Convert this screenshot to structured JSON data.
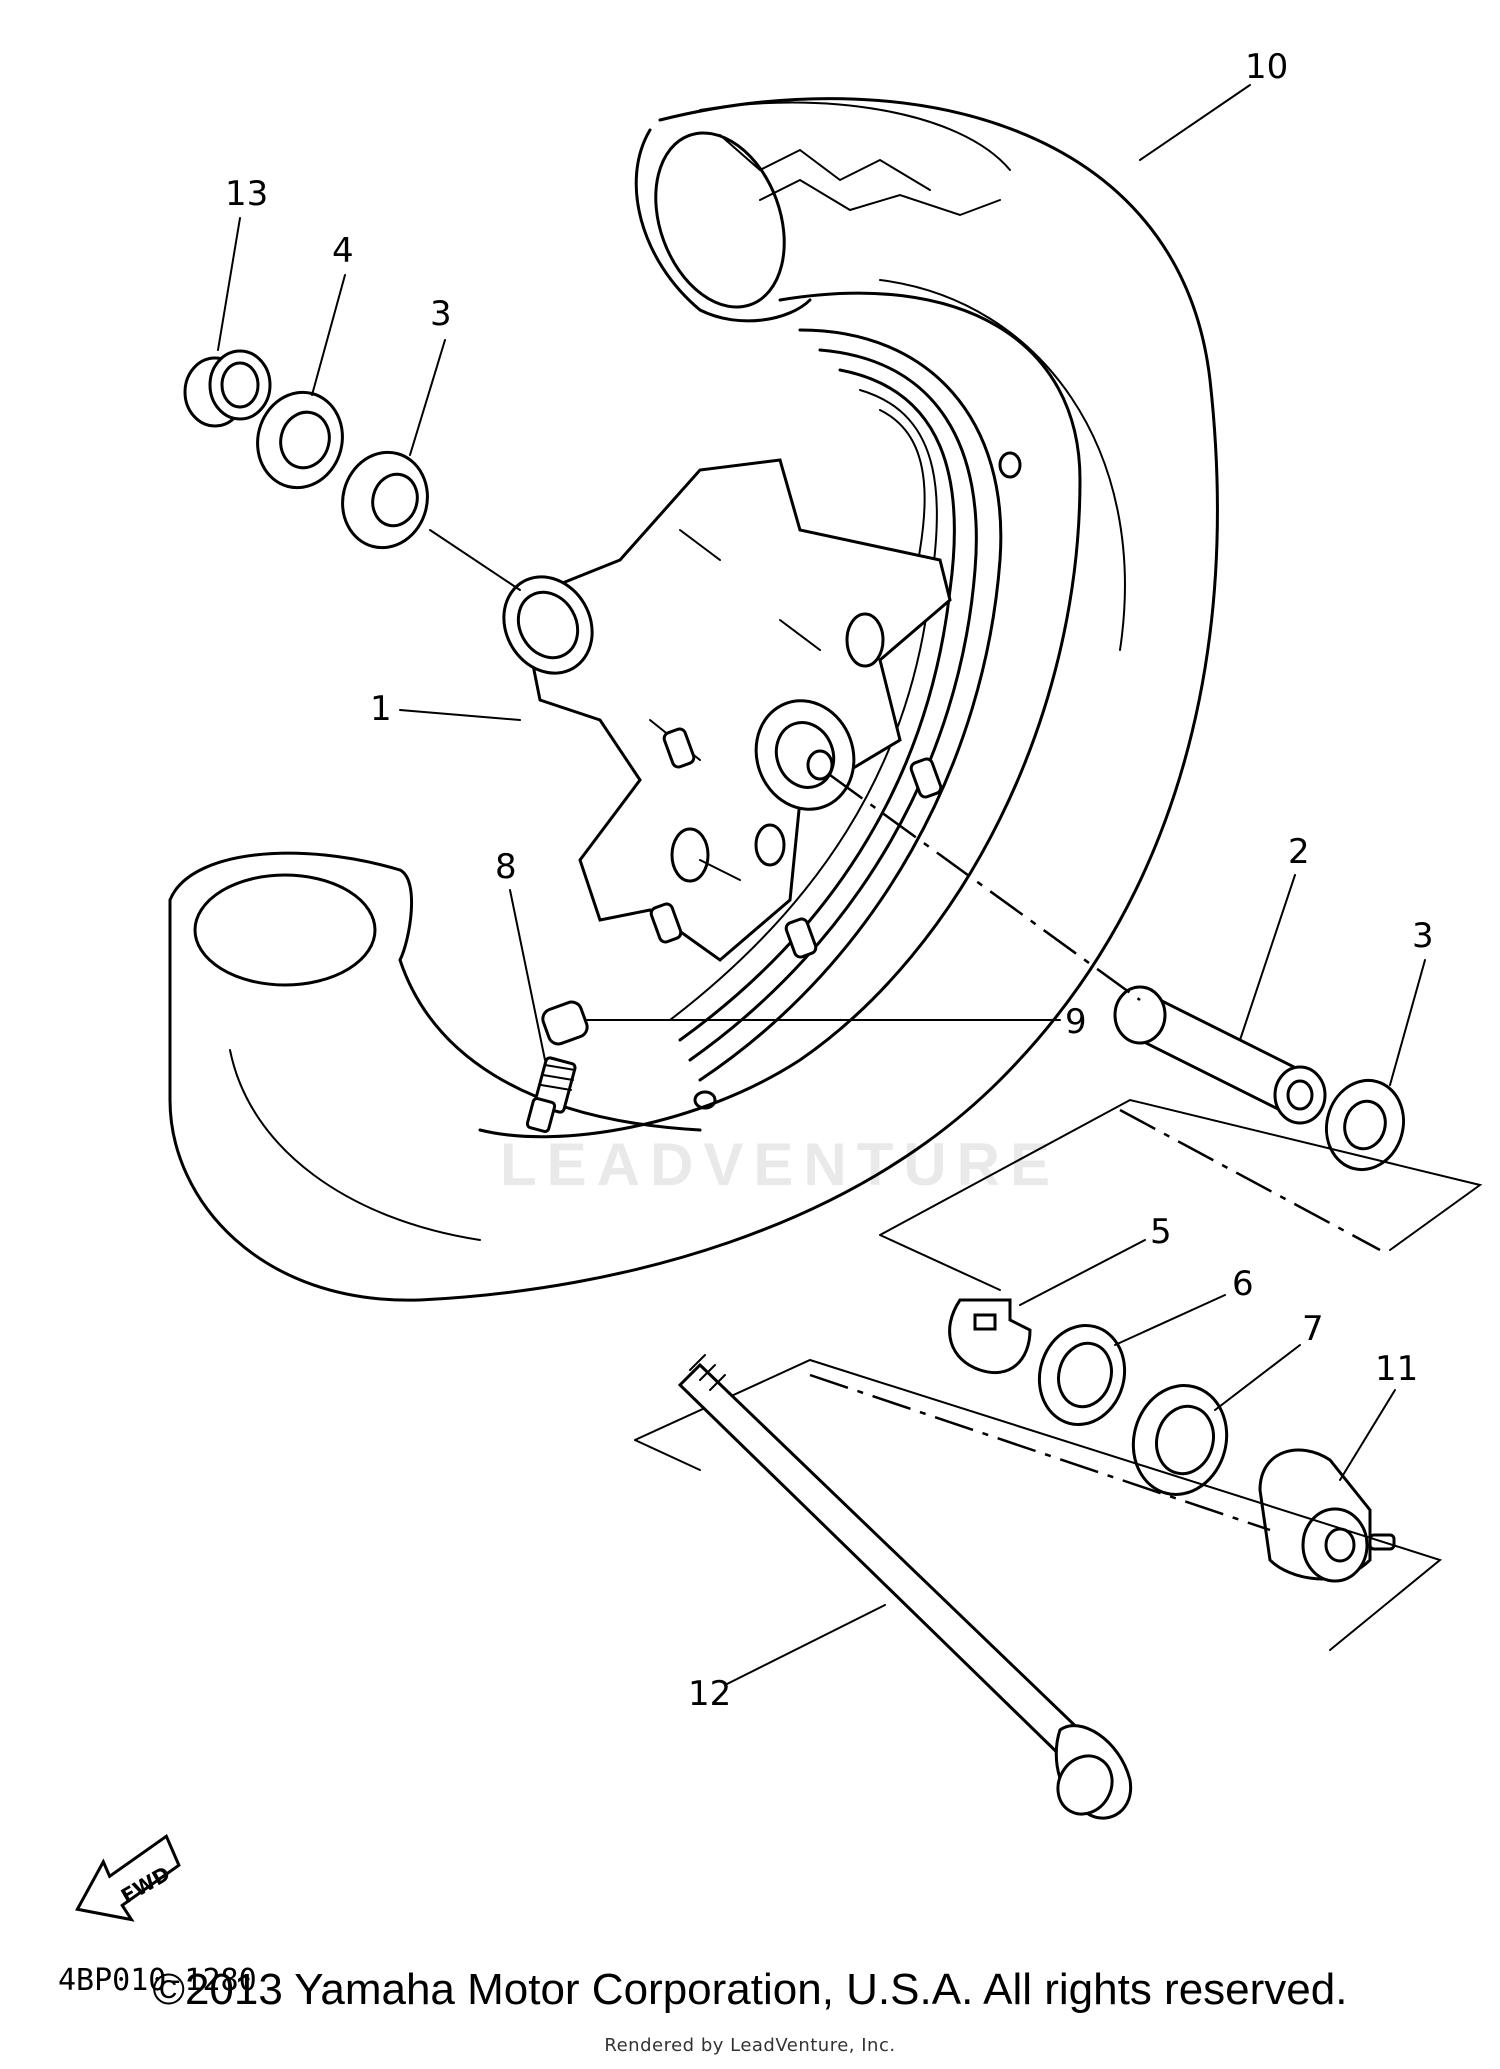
{
  "diagram": {
    "callouts": [
      "1",
      "2",
      "3",
      "3",
      "4",
      "5",
      "6",
      "7",
      "8",
      "9",
      "10",
      "11",
      "12",
      "13"
    ],
    "fwd_label": "FWD",
    "diagram_code": "4BP010-1280",
    "watermark": "LEADVENTURE"
  },
  "footer": {
    "copyright": "©2013 Yamaha Motor Corporation, U.S.A. All rights reserved.",
    "rendered_by": "Rendered by LeadVenture, Inc."
  }
}
